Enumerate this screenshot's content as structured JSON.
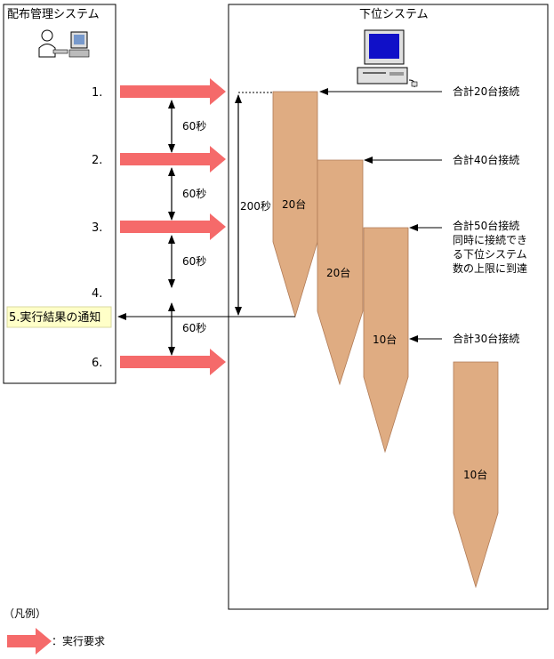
{
  "left_panel": {
    "title": "配布管理システム",
    "steps": [
      "1.",
      "2.",
      "3.",
      "4.",
      "6."
    ],
    "notify": "5.実行結果の通知"
  },
  "right_panel": {
    "title": "下位システム"
  },
  "intervals": [
    "60秒",
    "60秒",
    "60秒",
    "60秒"
  ],
  "total_interval": "200秒",
  "events": [
    "合計20台接続",
    "合計40台接続",
    "合計50台接続",
    "同時に接続でき",
    "る下位システム",
    "数の上限に到達",
    "合計30台接続"
  ],
  "bars": [
    "20台",
    "20台",
    "10台",
    "10台"
  ],
  "legend": {
    "title": "（凡例）",
    "label": "：実行要求"
  },
  "colors": {
    "arrow": "#f56a6a",
    "bar": "#dfac82",
    "bar_border": "#b07a55",
    "notify_bg": "#ffffc8"
  }
}
